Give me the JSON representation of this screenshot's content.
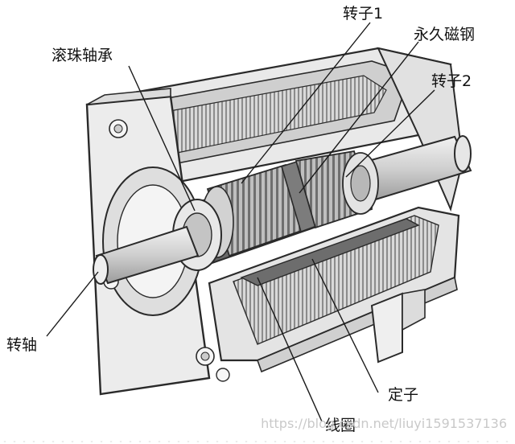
{
  "labels": {
    "rotor1": "转子1",
    "permanent_magnet": "永久磁钢",
    "ball_bearing": "滚珠轴承",
    "rotor2": "转子2",
    "shaft": "转轴",
    "stator": "定子",
    "coil": "线圈"
  },
  "watermark": "https://blog.csdn.net/liuyi1591537136",
  "colors": {
    "outline": "#2a2a2a",
    "housing": "#e9e9e9",
    "housing_dark": "#d4d4d4",
    "lamination": "#9a9a9a",
    "steel": "#c8c8c8",
    "leader": "#1a1a1a"
  }
}
